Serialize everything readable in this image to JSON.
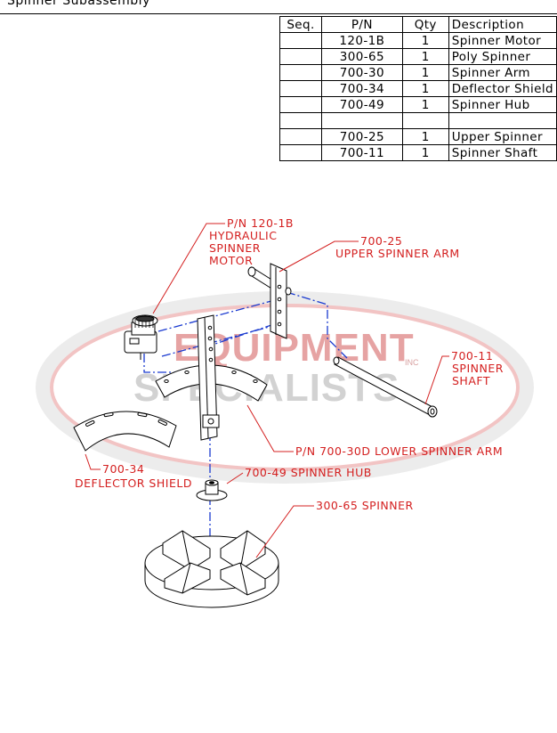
{
  "title": "Spinner Subassembly",
  "table": {
    "headers": [
      "Seq.",
      "P/N",
      "Qty",
      "Description"
    ],
    "rows": [
      [
        "",
        "120-1B",
        "1",
        "Spinner Motor"
      ],
      [
        "",
        "300-65",
        "1",
        "Poly Spinner"
      ],
      [
        "",
        "700-30",
        "1",
        "Spinner Arm"
      ],
      [
        "",
        "700-34",
        "1",
        "Deflector Shield"
      ],
      [
        "",
        "700-49",
        "1",
        "Spinner Hub"
      ],
      [
        "",
        "",
        "",
        ""
      ],
      [
        "",
        "700-25",
        "1",
        "Upper Spinner"
      ],
      [
        "",
        "700-11",
        "1",
        "Spinner Shaft"
      ]
    ]
  },
  "watermark": {
    "line1": "EQUIPMENT",
    "line2": "SPECIALISTS",
    "sup": "INC"
  },
  "callouts": {
    "motor": [
      "P/N 120-1B",
      "HYDRAULIC",
      "SPINNER",
      "MOTOR"
    ],
    "upper_arm": [
      "700-25",
      "UPPER SPINNER ARM"
    ],
    "shaft": [
      "700-11",
      "SPINNER",
      "SHAFT"
    ],
    "lower_arm": "P/N 700-30D LOWER SPINNER ARM",
    "shield": [
      "700-34",
      "DEFLECTOR SHIELD"
    ],
    "hub": "700-49 SPINNER HUB",
    "spinner": "300-65 SPINNER"
  },
  "colors": {
    "callout": "#d42020",
    "centerline": "#1a3ad0",
    "watermark_red": "#e07070",
    "watermark_grey": "#b8b8b8"
  }
}
